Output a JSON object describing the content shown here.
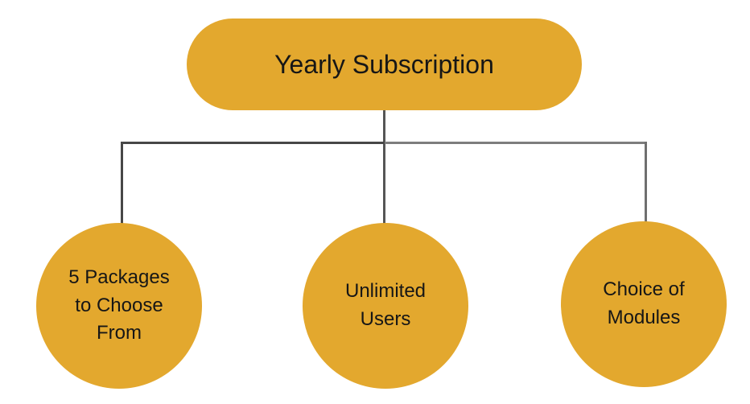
{
  "diagram": {
    "root": {
      "label": "Yearly Subscription"
    },
    "children": [
      {
        "label": "5 Packages\nto Choose\nFrom"
      },
      {
        "label": "Unlimited\nUsers"
      },
      {
        "label": "Choice of\nModules"
      }
    ],
    "colors": {
      "shape_fill": "#E3A82E",
      "text": "#161616",
      "connector_dark": "#474747",
      "connector_mid": "#555555",
      "connector_light": "#7D7D7D",
      "connector_light2": "#6F6F6F"
    }
  }
}
